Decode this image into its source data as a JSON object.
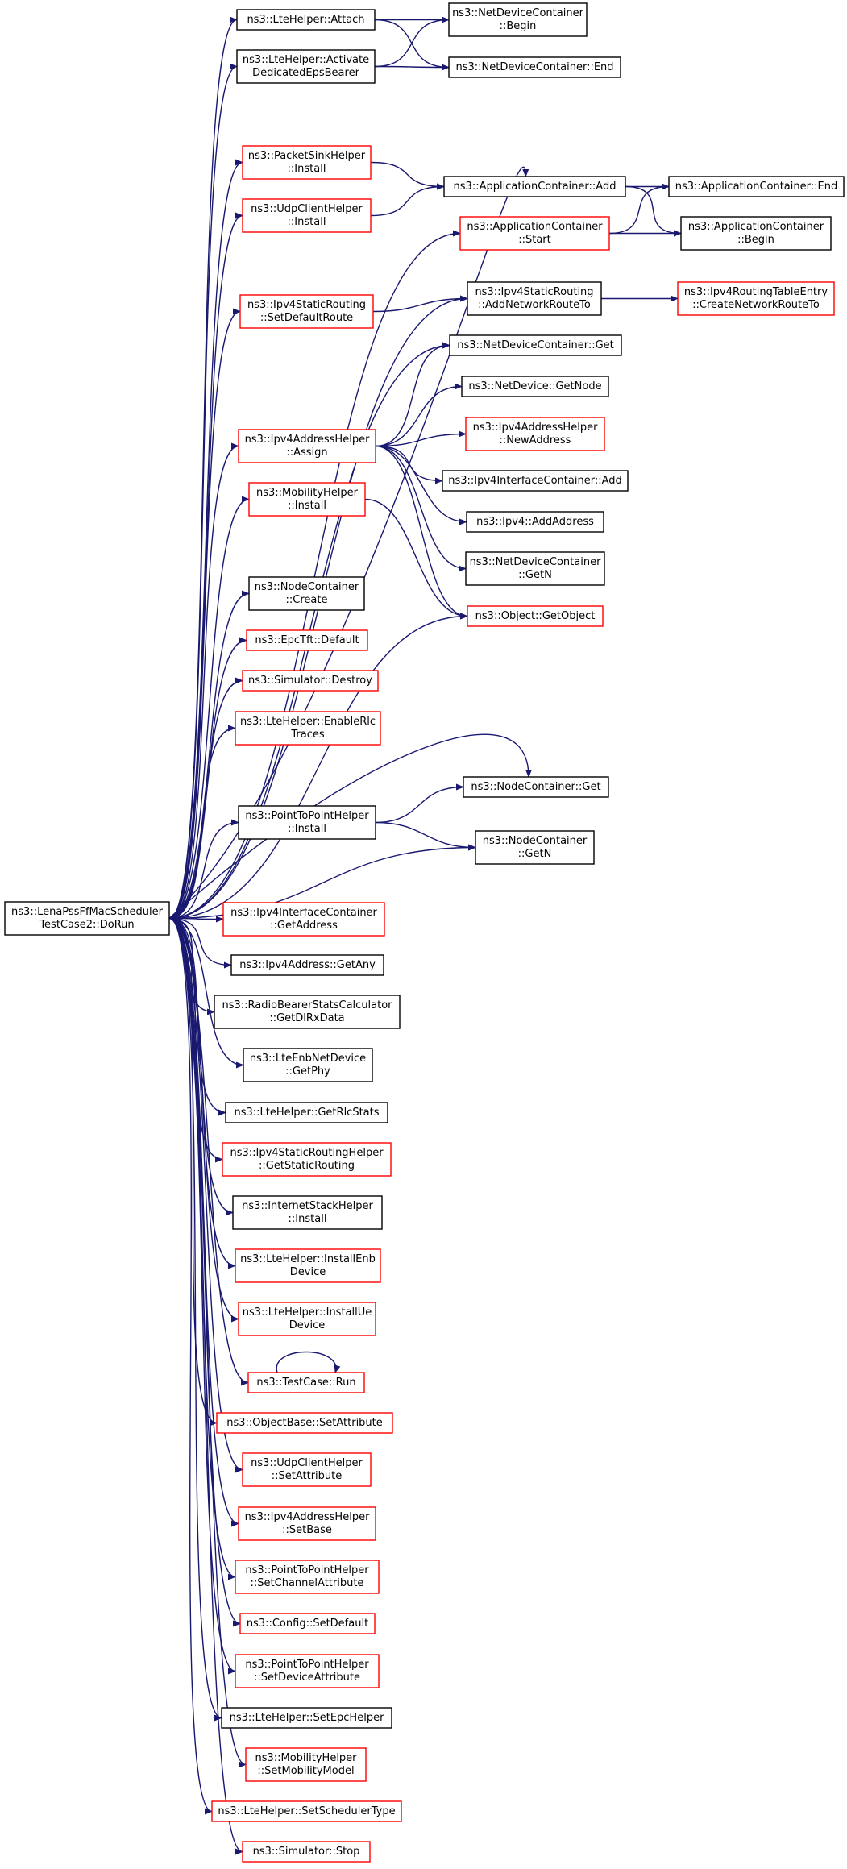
{
  "colors": {
    "edge": "#191970",
    "root_fill": "#bfbfbf",
    "doc_border": "#000000",
    "undoc_border": "#ff0000"
  },
  "nodes": [
    {
      "id": "root",
      "lines": [
        "ns3::LenaPssFfMacScheduler",
        "TestCase2::DoRun"
      ],
      "style": "root"
    },
    {
      "id": "attach",
      "lines": [
        "ns3::LteHelper::Attach"
      ],
      "style": "black"
    },
    {
      "id": "activate",
      "lines": [
        "ns3::LteHelper::Activate",
        "DedicatedEpsBearer"
      ],
      "style": "black"
    },
    {
      "id": "ndc_begin",
      "lines": [
        "ns3::NetDeviceContainer",
        "::Begin"
      ],
      "style": "black"
    },
    {
      "id": "ndc_end",
      "lines": [
        "ns3::NetDeviceContainer::End"
      ],
      "style": "black"
    },
    {
      "id": "psh_install",
      "lines": [
        "ns3::PacketSinkHelper",
        "::Install"
      ],
      "style": "red"
    },
    {
      "id": "uch_install",
      "lines": [
        "ns3::UdpClientHelper",
        "::Install"
      ],
      "style": "red"
    },
    {
      "id": "ac_add",
      "lines": [
        "ns3::ApplicationContainer::Add"
      ],
      "style": "black"
    },
    {
      "id": "ac_start",
      "lines": [
        "ns3::ApplicationContainer",
        "::Start"
      ],
      "style": "red"
    },
    {
      "id": "ac_end",
      "lines": [
        "ns3::ApplicationContainer::End"
      ],
      "style": "black"
    },
    {
      "id": "ac_begin",
      "lines": [
        "ns3::ApplicationContainer",
        "::Begin"
      ],
      "style": "black"
    },
    {
      "id": "isr_setdefault",
      "lines": [
        "ns3::Ipv4StaticRouting",
        "::SetDefaultRoute"
      ],
      "style": "red"
    },
    {
      "id": "isr_addnet",
      "lines": [
        "ns3::Ipv4StaticRouting",
        "::AddNetworkRouteTo"
      ],
      "style": "black"
    },
    {
      "id": "irte_create",
      "lines": [
        "ns3::Ipv4RoutingTableEntry",
        "::CreateNetworkRouteTo"
      ],
      "style": "red"
    },
    {
      "id": "ndc_get",
      "lines": [
        "ns3::NetDeviceContainer::Get"
      ],
      "style": "black"
    },
    {
      "id": "nd_getnode",
      "lines": [
        "ns3::NetDevice::GetNode"
      ],
      "style": "black"
    },
    {
      "id": "iah_assign",
      "lines": [
        "ns3::Ipv4AddressHelper",
        "::Assign"
      ],
      "style": "red"
    },
    {
      "id": "iah_newaddr",
      "lines": [
        "ns3::Ipv4AddressHelper",
        "::NewAddress"
      ],
      "style": "red"
    },
    {
      "id": "iic_add",
      "lines": [
        "ns3::Ipv4InterfaceContainer::Add"
      ],
      "style": "black"
    },
    {
      "id": "ipv4_addaddr",
      "lines": [
        "ns3::Ipv4::AddAddress"
      ],
      "style": "black"
    },
    {
      "id": "ndc_getn",
      "lines": [
        "ns3::NetDeviceContainer",
        "::GetN"
      ],
      "style": "black"
    },
    {
      "id": "obj_getobj",
      "lines": [
        "ns3::Object::GetObject"
      ],
      "style": "red"
    },
    {
      "id": "mh_install",
      "lines": [
        "ns3::MobilityHelper",
        "::Install"
      ],
      "style": "red"
    },
    {
      "id": "nc_create",
      "lines": [
        "ns3::NodeContainer",
        "::Create"
      ],
      "style": "black"
    },
    {
      "id": "epctft_default",
      "lines": [
        "ns3::EpcTft::Default"
      ],
      "style": "red"
    },
    {
      "id": "sim_destroy",
      "lines": [
        "ns3::Simulator::Destroy"
      ],
      "style": "red"
    },
    {
      "id": "lte_enablerlc",
      "lines": [
        "ns3::LteHelper::EnableRlc",
        "Traces"
      ],
      "style": "red"
    },
    {
      "id": "nc_get",
      "lines": [
        "ns3::NodeContainer::Get"
      ],
      "style": "black"
    },
    {
      "id": "p2p_install",
      "lines": [
        "ns3::PointToPointHelper",
        "::Install"
      ],
      "style": "black"
    },
    {
      "id": "nc_getn",
      "lines": [
        "ns3::NodeContainer",
        "::GetN"
      ],
      "style": "black"
    },
    {
      "id": "iic_getaddr",
      "lines": [
        "ns3::Ipv4InterfaceContainer",
        "::GetAddress"
      ],
      "style": "red"
    },
    {
      "id": "ipv4addr_getany",
      "lines": [
        "ns3::Ipv4Address::GetAny"
      ],
      "style": "black"
    },
    {
      "id": "rbsc_getdlrx",
      "lines": [
        "ns3::RadioBearerStatsCalculator",
        "::GetDlRxData"
      ],
      "style": "black"
    },
    {
      "id": "lenb_getphy",
      "lines": [
        "ns3::LteEnbNetDevice",
        "::GetPhy"
      ],
      "style": "black"
    },
    {
      "id": "lte_getrlcstats",
      "lines": [
        "ns3::LteHelper::GetRlcStats"
      ],
      "style": "black"
    },
    {
      "id": "isrh_getstatic",
      "lines": [
        "ns3::Ipv4StaticRoutingHelper",
        "::GetStaticRouting"
      ],
      "style": "red"
    },
    {
      "id": "ish_install",
      "lines": [
        "ns3::InternetStackHelper",
        "::Install"
      ],
      "style": "black"
    },
    {
      "id": "lte_installenb",
      "lines": [
        "ns3::LteHelper::InstallEnb",
        "Device"
      ],
      "style": "red"
    },
    {
      "id": "lte_installue",
      "lines": [
        "ns3::LteHelper::InstallUe",
        "Device"
      ],
      "style": "red"
    },
    {
      "id": "tc_run",
      "lines": [
        "ns3::TestCase::Run"
      ],
      "style": "red"
    },
    {
      "id": "ob_setattr",
      "lines": [
        "ns3::ObjectBase::SetAttribute"
      ],
      "style": "red"
    },
    {
      "id": "uch_setattr",
      "lines": [
        "ns3::UdpClientHelper",
        "::SetAttribute"
      ],
      "style": "red"
    },
    {
      "id": "iah_setbase",
      "lines": [
        "ns3::Ipv4AddressHelper",
        "::SetBase"
      ],
      "style": "red"
    },
    {
      "id": "p2p_setchan",
      "lines": [
        "ns3::PointToPointHelper",
        "::SetChannelAttribute"
      ],
      "style": "red"
    },
    {
      "id": "cfg_setdefault",
      "lines": [
        "ns3::Config::SetDefault"
      ],
      "style": "red"
    },
    {
      "id": "p2p_setdev",
      "lines": [
        "ns3::PointToPointHelper",
        "::SetDeviceAttribute"
      ],
      "style": "red"
    },
    {
      "id": "lte_setepc",
      "lines": [
        "ns3::LteHelper::SetEpcHelper"
      ],
      "style": "black"
    },
    {
      "id": "mh_setmob",
      "lines": [
        "ns3::MobilityHelper",
        "::SetMobilityModel"
      ],
      "style": "red"
    },
    {
      "id": "lte_setsched",
      "lines": [
        "ns3::LteHelper::SetSchedulerType"
      ],
      "style": "red"
    },
    {
      "id": "sim_stop",
      "lines": [
        "ns3::Simulator::Stop"
      ],
      "style": "red"
    }
  ],
  "edges": [
    [
      "root",
      "attach"
    ],
    [
      "root",
      "activate"
    ],
    [
      "root",
      "ac_add"
    ],
    [
      "root",
      "psh_install"
    ],
    [
      "root",
      "uch_install"
    ],
    [
      "root",
      "ac_start"
    ],
    [
      "root",
      "isr_setdefault"
    ],
    [
      "root",
      "isr_addnet"
    ],
    [
      "root",
      "ndc_get"
    ],
    [
      "root",
      "iah_assign"
    ],
    [
      "root",
      "mh_install"
    ],
    [
      "root",
      "obj_getobj"
    ],
    [
      "root",
      "nc_create"
    ],
    [
      "root",
      "epctft_default"
    ],
    [
      "root",
      "sim_destroy"
    ],
    [
      "root",
      "lte_enablerlc"
    ],
    [
      "root",
      "nc_get"
    ],
    [
      "root",
      "p2p_install"
    ],
    [
      "root",
      "nc_getn"
    ],
    [
      "root",
      "iic_getaddr"
    ],
    [
      "root",
      "ipv4addr_getany"
    ],
    [
      "root",
      "rbsc_getdlrx"
    ],
    [
      "root",
      "lenb_getphy"
    ],
    [
      "root",
      "lte_getrlcstats"
    ],
    [
      "root",
      "isrh_getstatic"
    ],
    [
      "root",
      "ish_install"
    ],
    [
      "root",
      "lte_installenb"
    ],
    [
      "root",
      "lte_installue"
    ],
    [
      "root",
      "tc_run"
    ],
    [
      "root",
      "ob_setattr"
    ],
    [
      "root",
      "uch_setattr"
    ],
    [
      "root",
      "iah_setbase"
    ],
    [
      "root",
      "p2p_setchan"
    ],
    [
      "root",
      "cfg_setdefault"
    ],
    [
      "root",
      "p2p_setdev"
    ],
    [
      "root",
      "lte_setepc"
    ],
    [
      "root",
      "mh_setmob"
    ],
    [
      "root",
      "lte_setsched"
    ],
    [
      "root",
      "sim_stop"
    ],
    [
      "attach",
      "ndc_begin"
    ],
    [
      "attach",
      "ndc_end"
    ],
    [
      "activate",
      "ndc_begin"
    ],
    [
      "activate",
      "ndc_end"
    ],
    [
      "psh_install",
      "ac_add"
    ],
    [
      "uch_install",
      "ac_add"
    ],
    [
      "ac_add",
      "ac_end"
    ],
    [
      "ac_add",
      "ac_begin"
    ],
    [
      "ac_start",
      "ac_end"
    ],
    [
      "ac_start",
      "ac_begin"
    ],
    [
      "isr_setdefault",
      "isr_addnet"
    ],
    [
      "isr_addnet",
      "irte_create"
    ],
    [
      "iah_assign",
      "ndc_get"
    ],
    [
      "iah_assign",
      "nd_getnode"
    ],
    [
      "iah_assign",
      "iah_newaddr"
    ],
    [
      "iah_assign",
      "iic_add"
    ],
    [
      "iah_assign",
      "ipv4_addaddr"
    ],
    [
      "iah_assign",
      "ndc_getn"
    ],
    [
      "iah_assign",
      "obj_getobj"
    ],
    [
      "mh_install",
      "obj_getobj"
    ],
    [
      "p2p_install",
      "nc_get"
    ],
    [
      "p2p_install",
      "nc_getn"
    ],
    [
      "tc_run",
      "tc_run"
    ]
  ]
}
